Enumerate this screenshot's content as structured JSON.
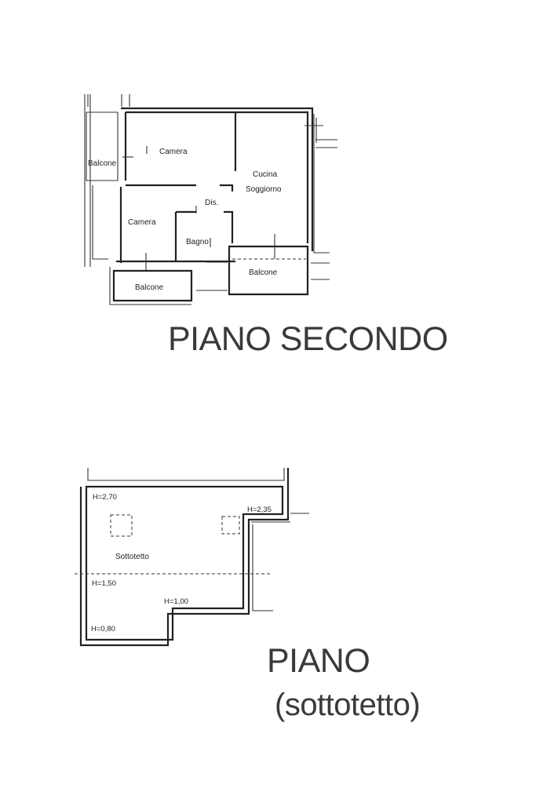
{
  "second_floor": {
    "title": "PIANO SECONDO",
    "rooms": {
      "camera_top": "Camera",
      "balcone_left": "Balcone",
      "cucina_line1": "Cucina",
      "cucina_line2": "Soggiorno",
      "dis": "Dis.",
      "camera_bottom": "Camera",
      "bagno": "Bagno",
      "balcone_right": "Balcone",
      "balcone_bottom": "Balcone"
    }
  },
  "attic": {
    "title_line1": "PIANO",
    "title_line2": "(sottotetto)",
    "room": "Sottotetto",
    "heights": {
      "h_270": "H=2,70",
      "h_235": "H=2,35",
      "h_150": "H=1,50",
      "h_100": "H=1,00",
      "h_080": "H=0,80"
    }
  }
}
